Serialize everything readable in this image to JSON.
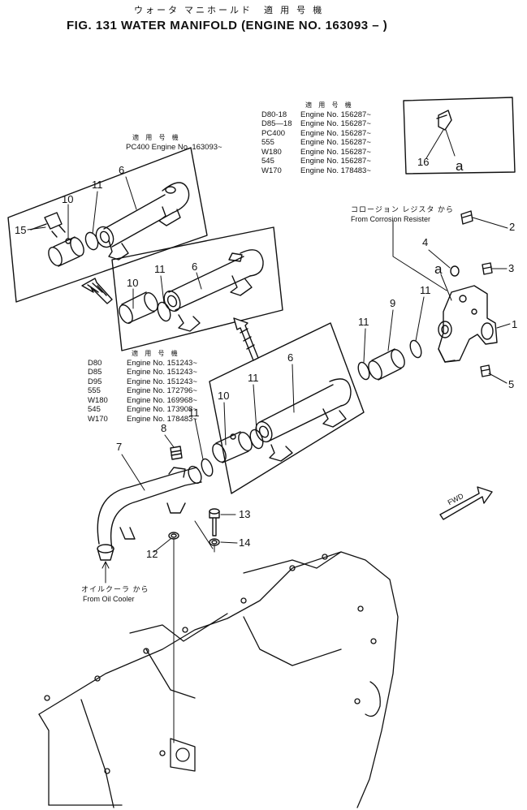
{
  "title": {
    "japanese": "ウォータ マニホールド　適 用 号 機",
    "english": "FIG. 131  WATER MANIFOLD (ENGINE NO. 163093 – )"
  },
  "applicable_header": "適 用 号 機",
  "table_top_right": [
    {
      "model": "D80-18",
      "engine": "Engine No. 156287~"
    },
    {
      "model": "D85—18",
      "engine": "Engine No. 156287~"
    },
    {
      "model": "PC400",
      "engine": "Engine No. 156287~"
    },
    {
      "model": "555",
      "engine": "Engine No. 156287~"
    },
    {
      "model": "W180",
      "engine": "Engine No. 156287~"
    },
    {
      "model": "545",
      "engine": "Engine No. 156287~"
    },
    {
      "model": "W170",
      "engine": "Engine No. 178483~"
    }
  ],
  "table_left_top": "PC400 Engine No. 163093~",
  "table_left_mid": [
    {
      "model": "D80",
      "engine": "Engine No. 151243~"
    },
    {
      "model": "D85",
      "engine": "Engine No. 151243~"
    },
    {
      "model": "D95",
      "engine": "Engine No. 151243~"
    },
    {
      "model": "555",
      "engine": "Engine No. 172796~"
    },
    {
      "model": "W180",
      "engine": "Engine No. 169968~"
    },
    {
      "model": "545",
      "engine": "Engine No. 173908~"
    },
    {
      "model": "W170",
      "engine": "Engine No. 178483~"
    }
  ],
  "notes": {
    "corrosion_jp": "コロージョン レジスタ から",
    "corrosion_en": "From Corrosion Resister",
    "oil_jp": "オイルクーラ から",
    "oil_en": "From Oil Cooler",
    "fwd": "FWD"
  },
  "callouts": {
    "c1": "1",
    "c2": "2",
    "c3": "3",
    "c4": "4",
    "c5": "5",
    "c6a": "6",
    "c6b": "6",
    "c6c": "6",
    "c7": "7",
    "c8": "8",
    "c9": "9",
    "c10a": "10",
    "c10b": "10",
    "c10c": "10",
    "c11a": "11",
    "c11b": "11",
    "c11c": "11",
    "c11d": "11",
    "c11e": "11",
    "c11f": "11",
    "c12": "12",
    "c13": "13",
    "c14": "14",
    "c15": "15",
    "c16": "16",
    "a1": "a",
    "a2": "a"
  }
}
